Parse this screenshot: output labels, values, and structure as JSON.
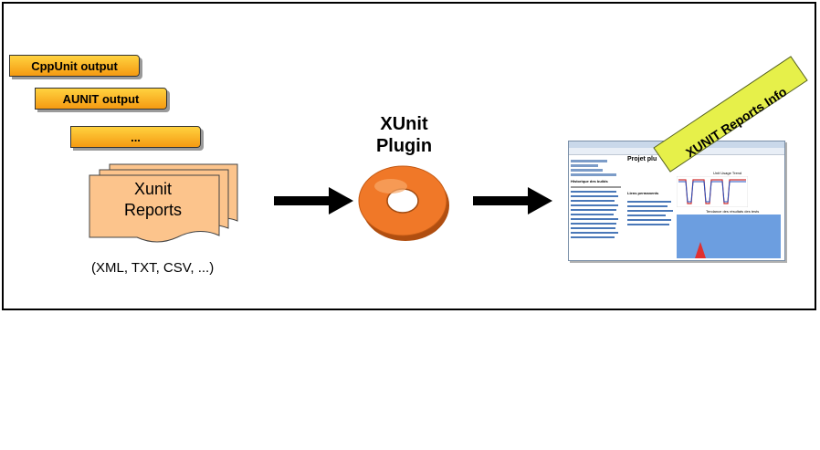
{
  "inputs": {
    "cppunit_label": "CppUnit  output",
    "aunit_label": "AUNIT  output",
    "more_label": "...",
    "reports_line1": "Xunit",
    "reports_line2": "Reports",
    "formats": "(XML, TXT, CSV, ...)"
  },
  "plugin": {
    "line1": "XUnit",
    "line2": "Plugin"
  },
  "output": {
    "ribbon_label": "XUNIT Reports Info",
    "screenshot": {
      "title": "Projet plu",
      "section_left": "Historique des builds",
      "section_mid": "Liens permanents",
      "chart1_title": "Unit Usage Trend",
      "chart2_title": "Tendance des résultats des tests"
    }
  },
  "colors": {
    "tag_top": "#ffd23f",
    "tag_bottom": "#f59a12",
    "donut": "#f07828",
    "ribbon": "#e6f04a",
    "reports": "#fcc48c"
  }
}
